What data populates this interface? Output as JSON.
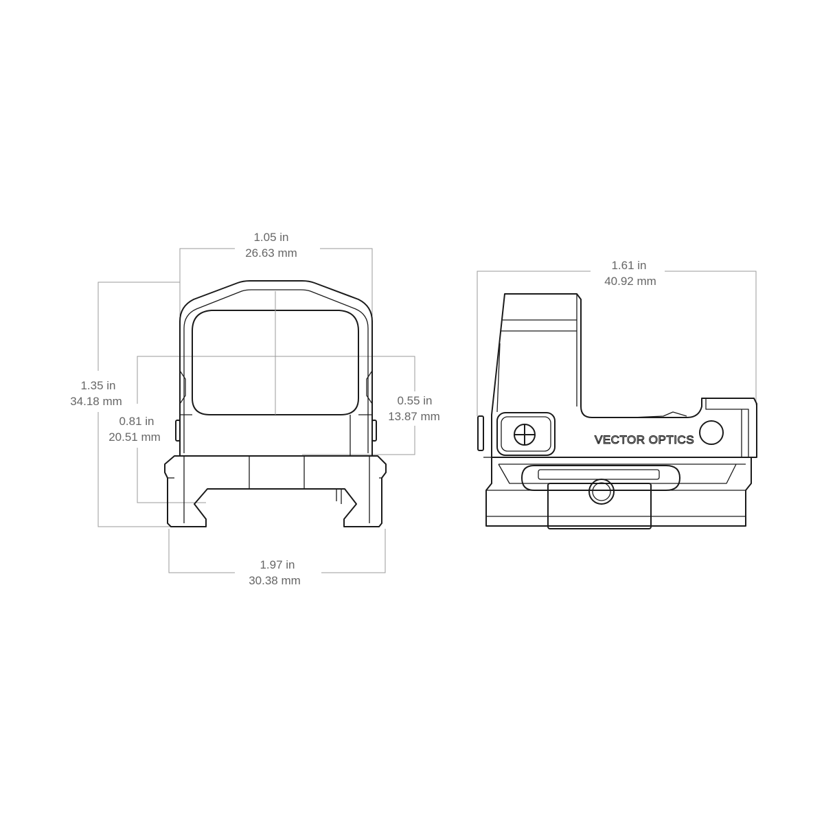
{
  "front_view": {
    "width": {
      "inch": "1.05 in",
      "mm": "26.63 mm"
    },
    "total_height": {
      "inch": "1.35 in",
      "mm": "34.18 mm"
    },
    "mount_height": {
      "inch": "0.81 in",
      "mm": "20.51 mm"
    },
    "window_height": {
      "inch": "0.55 in",
      "mm": "13.87 mm"
    },
    "base_width": {
      "inch": "1.97 in",
      "mm": "30.38 mm"
    }
  },
  "side_view": {
    "length": {
      "inch": "1.61 in",
      "mm": "40.92 mm"
    },
    "brand_text": "VECTOR OPTICS"
  },
  "colors": {
    "line_art": "#1a1a1a",
    "dimension_line": "#9a9a9a",
    "dimension_text": "#666666",
    "background": "#ffffff"
  }
}
